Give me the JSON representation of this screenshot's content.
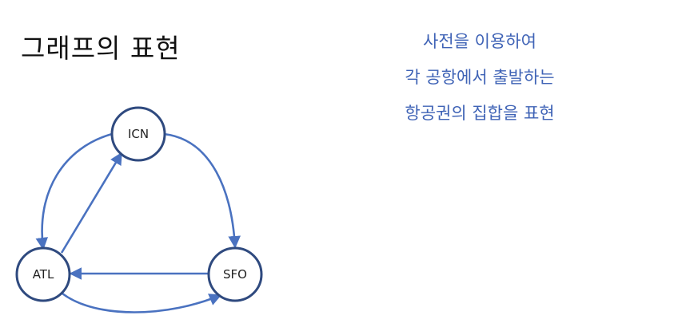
{
  "title": "그래프의 표현",
  "description": [
    "사전을 이용하여",
    "각 공항에서 출발하는",
    "항공권의 집합을 표현"
  ],
  "graph": {
    "nodes": [
      {
        "id": "ICN",
        "label": "ICN"
      },
      {
        "id": "ATL",
        "label": "ATL"
      },
      {
        "id": "SFO",
        "label": "SFO"
      }
    ],
    "edges": [
      {
        "from": "ICN",
        "to": "ATL"
      },
      {
        "from": "ICN",
        "to": "SFO"
      },
      {
        "from": "ATL",
        "to": "ICN"
      },
      {
        "from": "SFO",
        "to": "ATL"
      },
      {
        "from": "ATL",
        "to": "SFO"
      }
    ]
  },
  "colors": {
    "edge": "#4a72c0",
    "node_stroke": "#2f4a7f",
    "description_text": "#3f63b6"
  }
}
